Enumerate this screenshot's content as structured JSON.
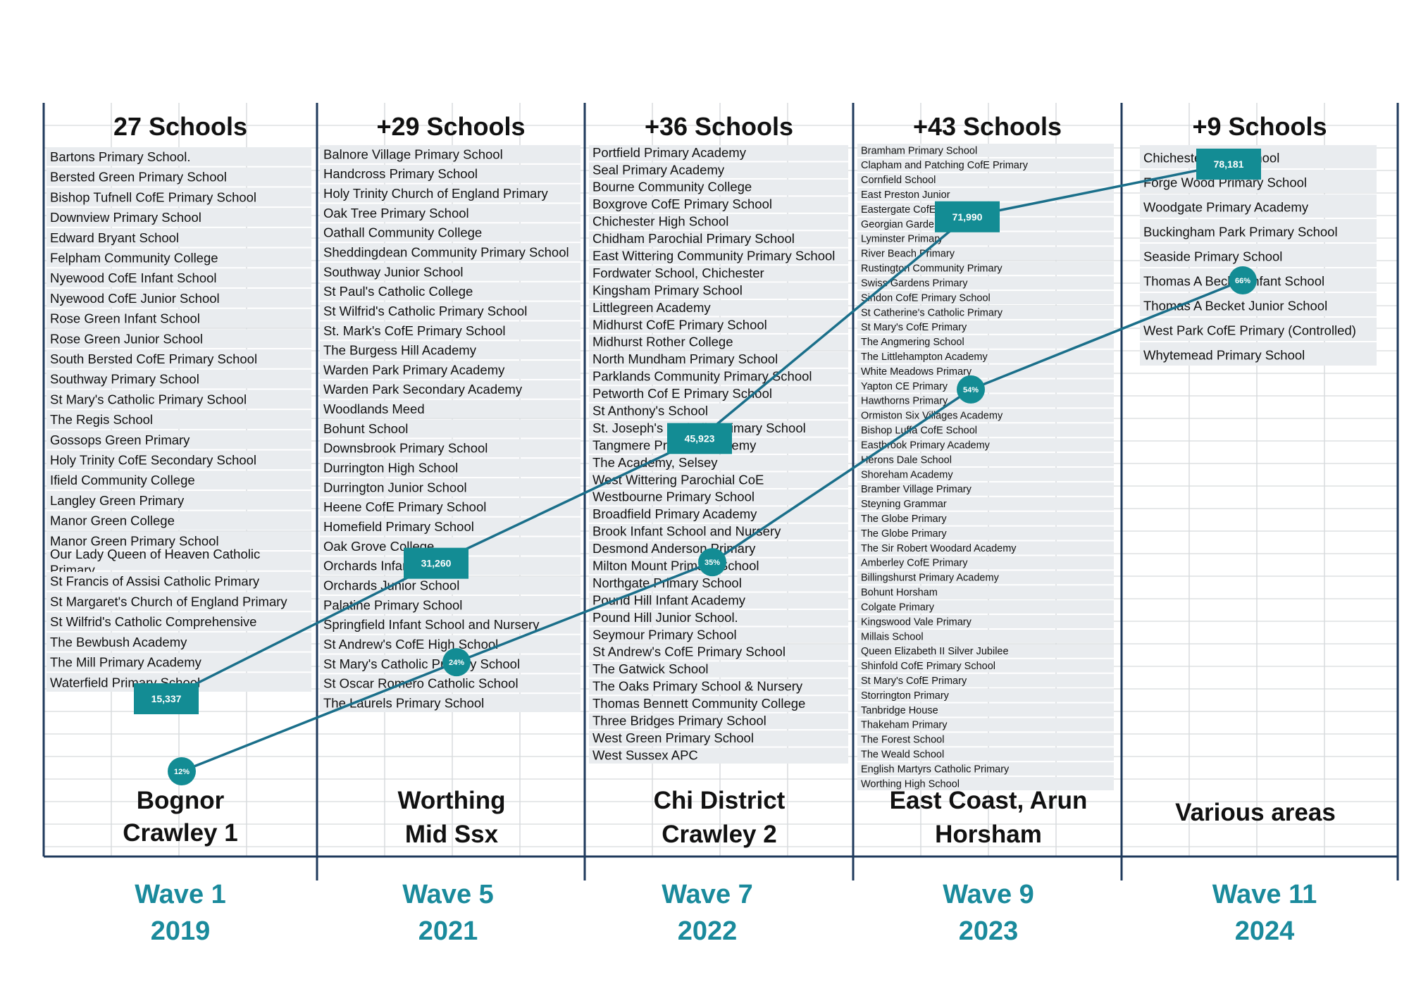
{
  "colors": {
    "line": "#1a6f8a",
    "marker": "#138c94",
    "wave_text": "#1a8a9c",
    "frame": "#1f3a5c",
    "row_bg": "#e9ecef",
    "grid": "#d6d9dc",
    "text": "#111111"
  },
  "chart_data": {
    "type": "line",
    "x": [
      "Wave 1 2019",
      "Wave 5 2021",
      "Wave 7 2022",
      "Wave 9 2023",
      "Wave 11 2024"
    ],
    "series": [
      {
        "marker": "square",
        "values": [
          15337,
          31260,
          45923,
          71990,
          78181
        ],
        "labels": [
          "15,337",
          "31,260",
          "45,923",
          "71,990",
          "78,181"
        ]
      },
      {
        "marker": "circle",
        "values": [
          12,
          24,
          35,
          54,
          66
        ],
        "labels": [
          "12%",
          "24%",
          "35%",
          "54%",
          "66%"
        ]
      }
    ],
    "waves": [
      {
        "wave": "Wave 1",
        "year": "2019",
        "count": "27 Schools",
        "area": [
          "Bognor",
          "Crawley 1"
        ],
        "schools": [
          "Bartons Primary School.",
          "Bersted Green Primary School",
          "Bishop Tufnell CofE Primary School",
          "Downview Primary School",
          "Edward Bryant School",
          "Felpham Community College",
          "Nyewood CofE Infant School",
          "Nyewood CofE Junior School",
          "Rose Green Infant School",
          "Rose Green Junior School",
          "South Bersted CofE Primary School",
          "Southway Primary School",
          "St Mary's Catholic Primary School",
          "The Regis School",
          "Gossops Green Primary",
          "Holy Trinity CofE Secondary School",
          "Ifield Community College",
          "Langley Green Primary",
          "Manor Green College",
          "Manor Green Primary School",
          "Our Lady Queen of Heaven Catholic Primary",
          "St Francis of Assisi Catholic Primary",
          "St Margaret's Church of England Primary",
          "St Wilfrid's Catholic Comprehensive",
          "The Bewbush Academy",
          "The Mill Primary Academy",
          "Waterfield Primary School"
        ]
      },
      {
        "wave": "Wave 5",
        "year": "2021",
        "count": "+29 Schools",
        "area": [
          "Worthing",
          "Mid Ssx"
        ],
        "schools": [
          "Balnore Village Primary School",
          "Handcross Primary School",
          "Holy Trinity Church of England Primary",
          "Oak Tree Primary School",
          "Oathall Community College",
          "Sheddingdean Community Primary School",
          "Southway Junior School",
          "St Paul's Catholic College",
          "St Wilfrid's Catholic Primary School",
          "St. Mark's CofE Primary School",
          "The Burgess Hill Academy",
          "Warden Park Primary Academy",
          "Warden Park Secondary Academy",
          "Woodlands Meed",
          "Bohunt School",
          "Downsbrook Primary School",
          "Durrington High School",
          "Durrington Junior School",
          "Heene CofE Primary School",
          "Homefield Primary School",
          "Oak Grove College",
          "Orchards Infant School",
          "Orchards Junior School",
          "Palatine Primary School",
          "Springfield Infant School and Nursery",
          "St Andrew's CofE High School",
          "St Mary's Catholic Primary School",
          "St Oscar Romero Catholic School",
          "The Laurels Primary School"
        ]
      },
      {
        "wave": "Wave 7",
        "year": "2022",
        "count": "+36 Schools",
        "area": [
          "Chi District",
          "Crawley 2"
        ],
        "schools": [
          "Portfield Primary Academy",
          "Seal Primary Academy",
          "Bourne Community College",
          "Boxgrove CofE Primary School",
          "Chichester High School",
          "Chidham Parochial Primary School",
          "East Wittering Community Primary School",
          "Fordwater School, Chichester",
          "Kingsham Primary School",
          "Littlegreen Academy",
          "Midhurst CofE Primary School",
          "Midhurst Rother College",
          "North Mundham Primary School",
          "Parklands Community Primary School",
          "Petworth Cof E Primary School",
          "St Anthony's School",
          "St. Joseph's Catholic Primary School",
          "Tangmere Primary Academy",
          "The Academy, Selsey",
          "West Wittering Parochial CoE",
          "Westbourne Primary School",
          "Broadfield Primary Academy",
          "Brook Infant School and Nursery",
          "Desmond Anderson Primary",
          "Milton Mount Primary School",
          "Northgate Primary School",
          "Pound Hill Infant Academy",
          "Pound Hill Junior School.",
          "Seymour Primary School",
          "St Andrew's CofE Primary School",
          "The Gatwick School",
          "The Oaks Primary School & Nursery",
          "Thomas Bennett Community College",
          "Three Bridges Primary School",
          "West Green Primary School",
          "West Sussex APC"
        ]
      },
      {
        "wave": "Wave 9",
        "year": "2023",
        "count": "+43 Schools",
        "area": [
          "East Coast, Arun",
          "Horsham"
        ],
        "schools": [
          "Bramham Primary School",
          "Clapham and Patching CofE Primary",
          "Cornfield School",
          "East Preston Junior",
          "Eastergate CofE Primary",
          "Georgian Gardens Primary",
          "Lyminster Primary",
          "River Beach Primary",
          "Rustington Community Primary",
          "Swiss Gardens Primary",
          "Sindon CofE Primary School",
          "St Catherine's Catholic Primary",
          "St Mary's CofE Primary",
          "The Angmering School",
          "The Littlehampton Academy",
          "White Meadows Primary",
          "Yapton CE Primary",
          "Hawthorns Primary",
          "Ormiston Six Villages Academy",
          "Bishop Luffa CofE School",
          "Eastbrook Primary Academy",
          "Herons Dale School",
          "Shoreham Academy",
          "Bramber Village Primary",
          "Steyning Grammar",
          "The Globe Primary",
          "The Globe Primary",
          "The Sir Robert Woodard Academy",
          "Amberley CofE Primary",
          "Billingshurst Primary Academy",
          "Bohunt Horsham",
          "Colgate Primary",
          "Kingswood Vale Primary",
          "Millais School",
          "Queen Elizabeth II Silver Jubilee",
          "Shinfold CofE Primary School",
          "St Mary's CofE Primary",
          "Storrington Primary",
          "Tanbridge House",
          "Thakeham Primary",
          "The Forest School",
          "The Weald School",
          "English Martyrs Catholic Primary",
          "Worthing High School"
        ]
      },
      {
        "wave": "Wave 11",
        "year": "2024",
        "count": "+9 Schools",
        "area": [
          "Various areas"
        ],
        "schools": [
          "Chichester Free School",
          "Forge Wood Primary School",
          "Woodgate Primary Academy",
          "Buckingham Park Primary School",
          "Seaside Primary School",
          "Thomas A Becket Infant School",
          "Thomas A Becket Junior School",
          "West Park CofE Primary (Controlled)",
          "Whytemead Primary School"
        ]
      }
    ]
  }
}
